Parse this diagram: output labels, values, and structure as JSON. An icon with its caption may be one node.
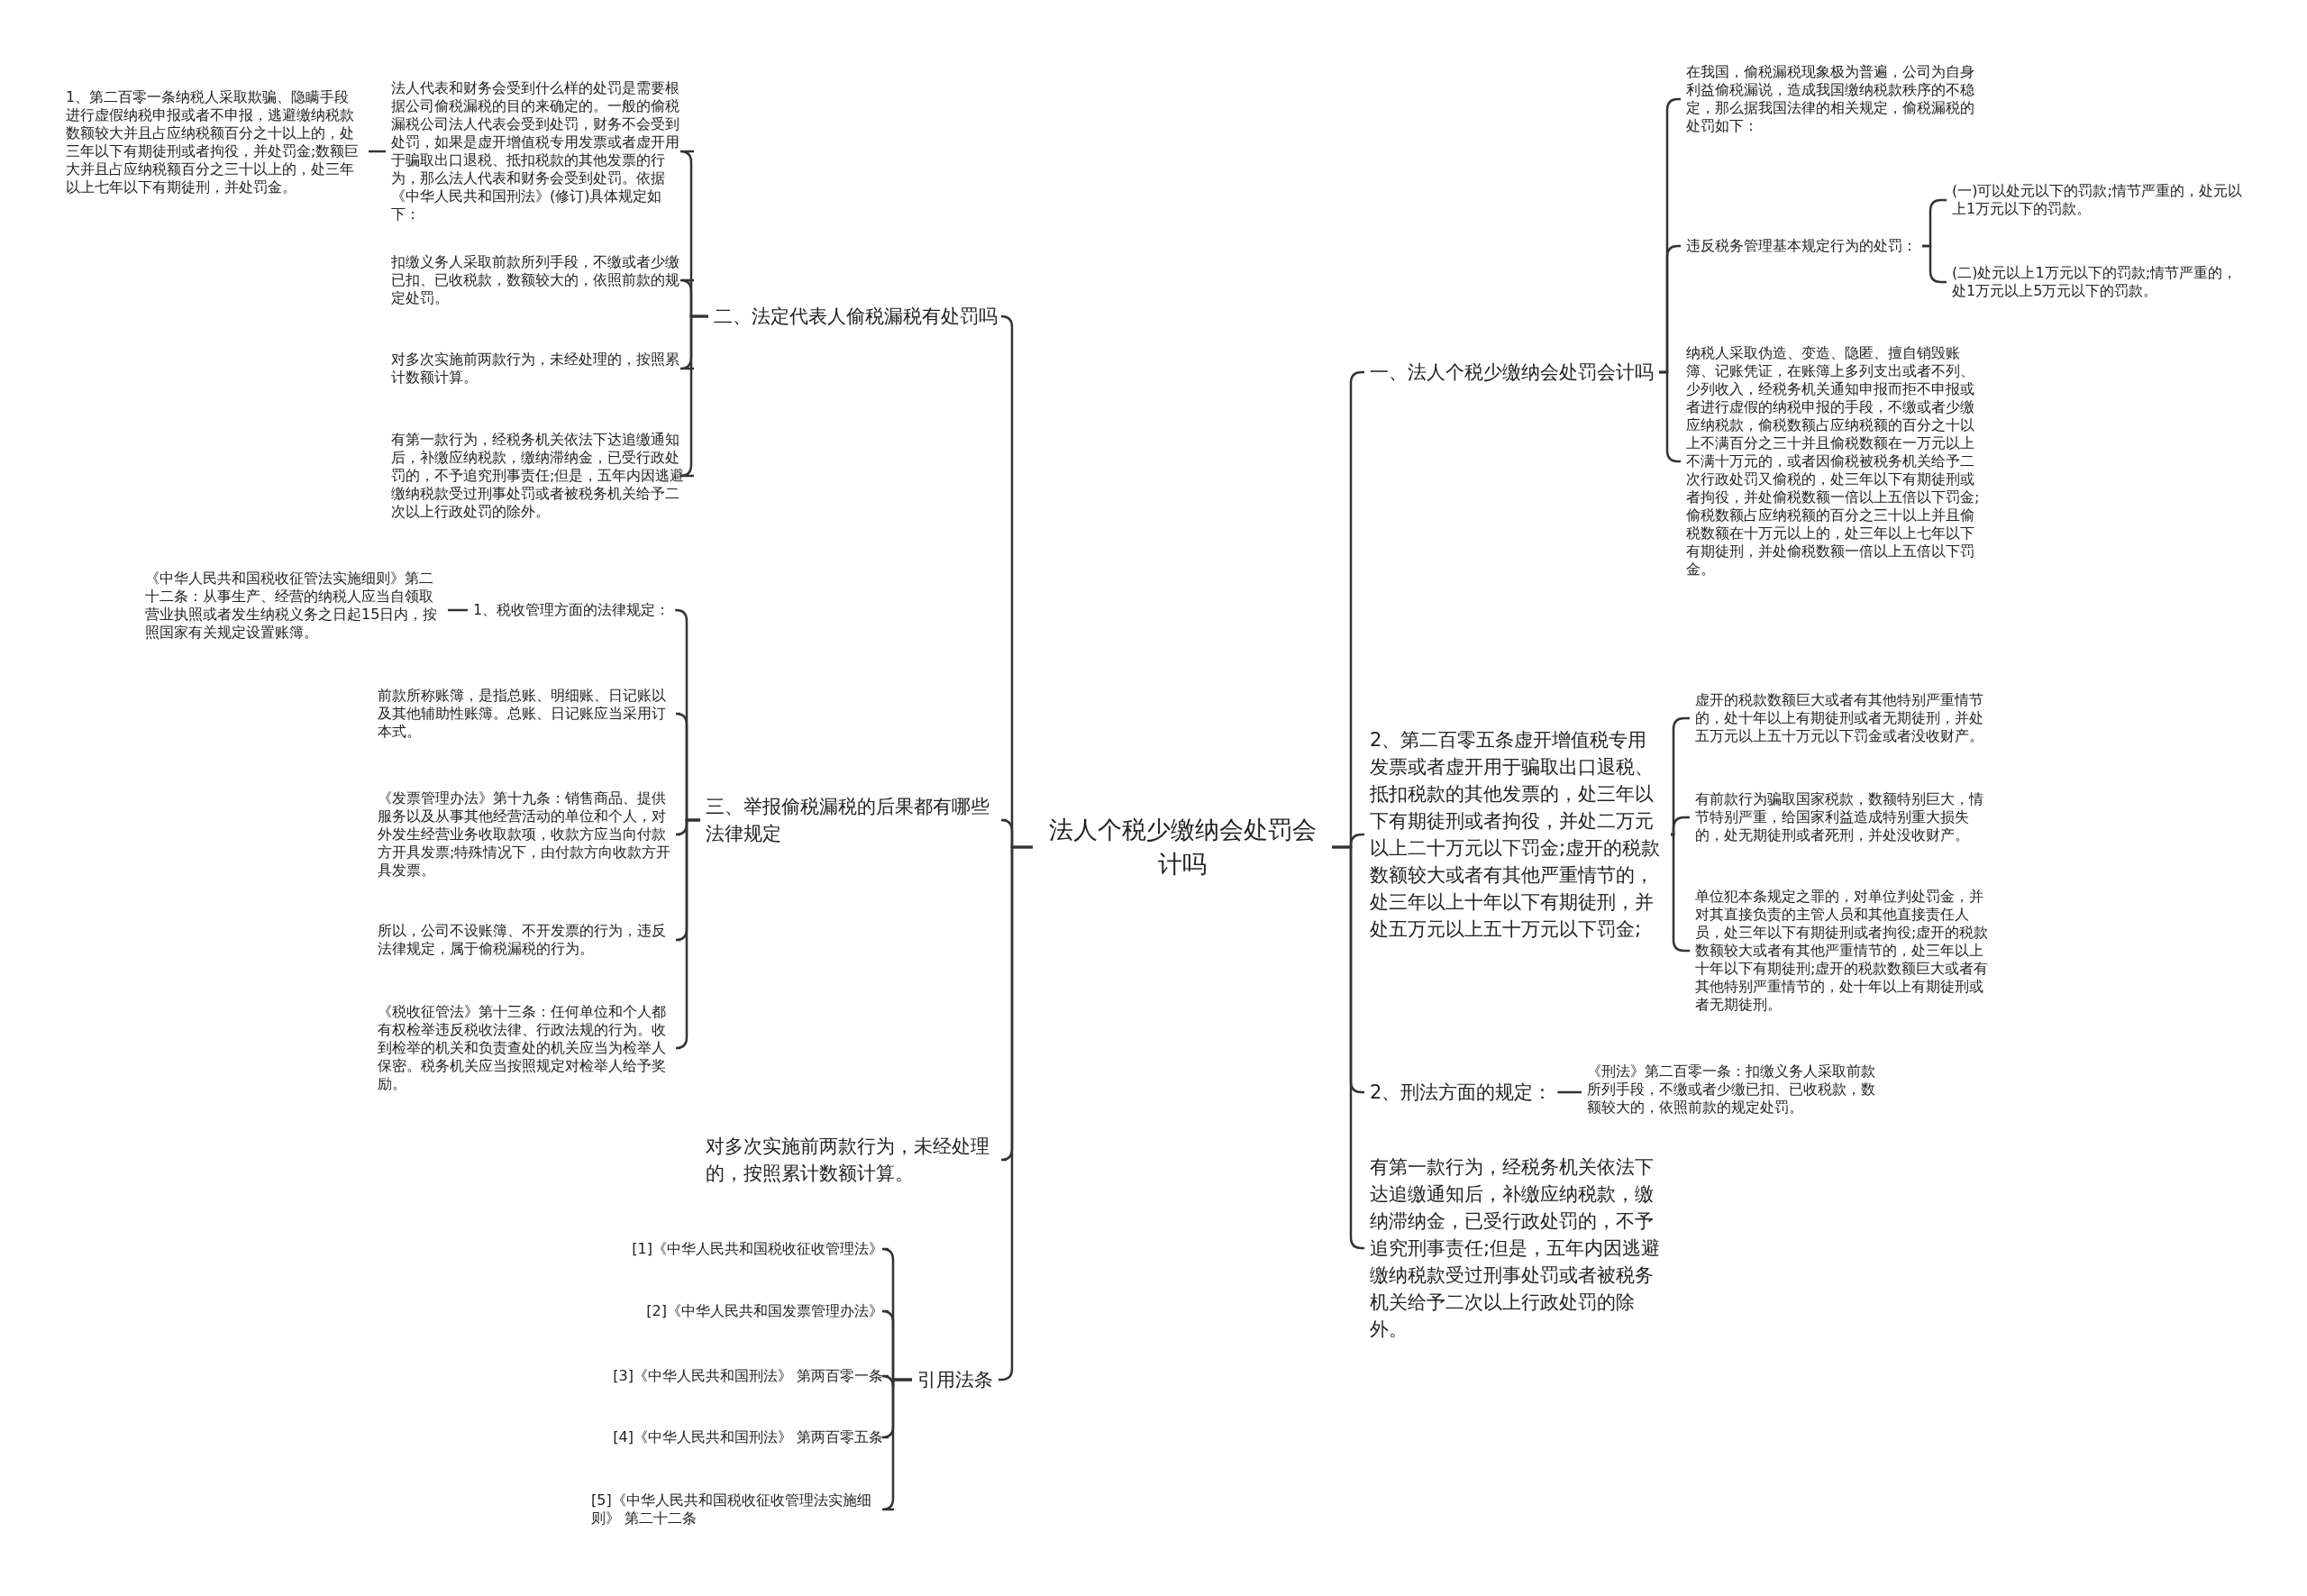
{
  "diagram": {
    "nodes": [
      {
        "text": [
          "法人个税少缴纳会处罚会计吗"
        ]
      },
      {
        "text": [
          "二、法定代表人偷税漏税有处罚吗"
        ]
      },
      {
        "text": [
          "法人代表和财务会受到什么样的处罚是需要根据公司偷税漏税的目的来确定的。一般的偷税漏税公司法人代表会受到处罚，财务不会受到处罚，如果是虚开增值税专用发票或者虚开用于骗取出口退税、抵扣税款的其他发票的行为，那么法人代表和财务会受到处罚。依据《中华人民共和国刑法》(修订)具体规定如下："
        ]
      },
      {
        "text": [
          "1、第二百零一条纳税人采取欺骗、隐瞒手段进行虚假纳税申报或者不申报，逃避缴纳税款数额较大并且占应纳税额百分之十以上的，处三年以下有期徒刑或者拘役，并处罚金;数额巨大并且占应纳税额百分之三十以上的，处三年以上七年以下有期徒刑，并处罚金。"
        ]
      },
      {
        "text": [
          "扣缴义务人采取前款所列手段，不缴或者少缴已扣、已收税款，数额较大的，依照前款的规定处罚。"
        ]
      },
      {
        "text": [
          "对多次实施前两款行为，未经处理的，按照累计数额计算。"
        ]
      },
      {
        "text": [
          "有第一款行为，经税务机关依法下达追缴通知后，补缴应纳税款，缴纳滞纳金，已受行政处罚的，不予追究刑事责任;但是，五年内因逃避缴纳税款受过刑事处罚或者被税务机关给予二次以上行政处罚的除外。"
        ]
      },
      {
        "text": [
          "三、举报偷税漏税的后果都有哪些法律规定"
        ]
      },
      {
        "text": [
          "1、税收管理方面的法律规定："
        ]
      },
      {
        "text": [
          "《中华人民共和国税收征管法实施细则》第二十二条：从事生产、经营的纳税人应当自领取营业执照或者发生纳税义务之日起15日内，按照国家有关规定设置账簿。"
        ]
      },
      {
        "text": [
          "前款所称账簿，是指总账、明细账、日记账以及其他辅助性账簿。总账、日记账应当采用订本式。"
        ]
      },
      {
        "text": [
          "《发票管理办法》第十九条：销售商品、提供服务以及从事其他经营活动的单位和个人，对外发生经营业务收取款项，收款方应当向付款方开具发票;特殊情况下，由付款方向收款方开具发票。"
        ]
      },
      {
        "text": [
          "所以，公司不设账簿、不开发票的行为，违反法律规定，属于偷税漏税的行为。"
        ]
      },
      {
        "text": [
          "《税收征管法》第十三条：任何单位和个人都有权检举违反税收法律、行政法规的行为。收到检举的机关和负责查处的机关应当为检举人保密。税务机关应当按照规定对检举人给予奖励。"
        ]
      },
      {
        "text": [
          "对多次实施前两款行为，未经处理的，按照累计数额计算。"
        ]
      },
      {
        "text": [
          "引用法条"
        ]
      },
      {
        "text": [
          "[1]《中华人民共和国税收征收管理法》"
        ]
      },
      {
        "text": [
          "[2]《中华人民共和国发票管理办法》"
        ]
      },
      {
        "text": [
          "[3]《中华人民共和国刑法》 第两百零一条"
        ]
      },
      {
        "text": [
          "[4]《中华人民共和国刑法》 第两百零五条"
        ]
      },
      {
        "text": [
          "[5]《中华人民共和国税收征收管理法实施细则》 第二十二条"
        ]
      },
      {
        "text": [
          "一、法人个税少缴纳会处罚会计吗"
        ]
      },
      {
        "text": [
          "在我国，偷税漏税现象极为普遍，公司为自身利益偷税漏说，造成我国缴纳税款秩序的不稳定，那么据我国法律的相关规定，偷税漏税的处罚如下："
        ]
      },
      {
        "text": [
          "违反税务管理基本规定行为的处罚："
        ]
      },
      {
        "text": [
          "(一)可以处元以下的罚款;情节严重的，处元以上1万元以下的罚款。"
        ]
      },
      {
        "text": [
          "(二)处元以上1万元以下的罚款;情节严重的，处1万元以上5万元以下的罚款。"
        ]
      },
      {
        "text": [
          "纳税人采取伪造、变造、隐匿、擅自销毁账簿、记账凭证，在账簿上多列支出或者不列、少列收入，经税务机关通知申报而拒不申报或者进行虚假的纳税申报的手段，不缴或者少缴应纳税款，偷税数额占应纳税额的百分之十以上不满百分之三十并且偷税数额在一万元以上不满十万元的，或者因偷税被税务机关给予二次行政处罚又偷税的，处三年以下有期徒刑或者拘役，并处偷税数额一倍以上五倍以下罚金;偷税数额占应纳税额的百分之三十以上并且偷税数额在十万元以上的，处三年以上七年以下有期徒刑，并处偷税数额一倍以上五倍以下罚金。"
        ]
      },
      {
        "text": [
          "2、第二百零五条虚开增值税专用发票或者虚开用于骗取出口退税、抵扣税款的其他发票的，处三年以下有期徒刑或者拘役，并处二万元以上二十万元以下罚金;虚开的税款数额较大或者有其他严重情节的，处三年以上十年以下有期徒刑，并处五万元以上五十万元以下罚金;"
        ]
      },
      {
        "text": [
          "虚开的税款数额巨大或者有其他特别严重情节的，处十年以上有期徒刑或者无期徒刑，并处五万元以上五十万元以下罚金或者没收财产。"
        ]
      },
      {
        "text": [
          "有前款行为骗取国家税款，数额特别巨大，情节特别严重，给国家利益造成特别重大损失的，处无期徒刑或者死刑，并处没收财产。"
        ]
      },
      {
        "text": [
          "单位犯本条规定之罪的，对单位判处罚金，并对其直接负责的主管人员和其他直接责任人员，处三年以下有期徒刑或者拘役;虚开的税款数额较大或者有其他严重情节的，处三年以上十年以下有期徒刑;虚开的税款数额巨大或者有其他特别严重情节的，处十年以上有期徒刑或者无期徒刑。"
        ]
      },
      {
        "text": [
          "2、刑法方面的规定："
        ]
      },
      {
        "text": [
          "《刑法》第二百零一条：扣缴义务人采取前款所列手段，不缴或者少缴已扣、已收税款，数额较大的，依照前款的规定处罚。"
        ]
      },
      {
        "text": [
          "有第一款行为，经税务机关依法下达追缴通知后，补缴应纳税款，缴纳滞纳金，已受行政处罚的，不予追究刑事责任;但是，五年内因逃避缴纳税款受过刑事处罚或者被税务机关给予二次以上行政处罚的除外。"
        ]
      }
    ],
    "edges": [
      {
        "from": 0,
        "to": 1,
        "arrow": "none"
      },
      {
        "from": 1,
        "to": 2,
        "arrow": "none"
      },
      {
        "from": 2,
        "to": 3,
        "arrow": "none"
      },
      {
        "from": 1,
        "to": 4,
        "arrow": "none"
      },
      {
        "from": 1,
        "to": 5,
        "arrow": "none"
      },
      {
        "from": 1,
        "to": 6,
        "arrow": "none"
      },
      {
        "from": 0,
        "to": 7,
        "arrow": "none"
      },
      {
        "from": 7,
        "to": 8,
        "arrow": "none"
      },
      {
        "from": 8,
        "to": 9,
        "arrow": "none"
      },
      {
        "from": 7,
        "to": 10,
        "arrow": "none"
      },
      {
        "from": 7,
        "to": 11,
        "arrow": "none"
      },
      {
        "from": 7,
        "to": 12,
        "arrow": "none"
      },
      {
        "from": 7,
        "to": 13,
        "arrow": "none"
      },
      {
        "from": 0,
        "to": 14,
        "arrow": "none"
      },
      {
        "from": 0,
        "to": 15,
        "arrow": "none"
      },
      {
        "from": 15,
        "to": 16,
        "arrow": "none"
      },
      {
        "from": 15,
        "to": 17,
        "arrow": "none"
      },
      {
        "from": 15,
        "to": 18,
        "arrow": "none"
      },
      {
        "from": 15,
        "to": 19,
        "arrow": "none"
      },
      {
        "from": 15,
        "to": 20,
        "arrow": "none"
      },
      {
        "from": 0,
        "to": 21,
        "arrow": "none"
      },
      {
        "from": 21,
        "to": 22,
        "arrow": "none"
      },
      {
        "from": 21,
        "to": 23,
        "arrow": "none"
      },
      {
        "from": 23,
        "to": 24,
        "arrow": "none"
      },
      {
        "from": 23,
        "to": 25,
        "arrow": "none"
      },
      {
        "from": 21,
        "to": 26,
        "arrow": "none"
      },
      {
        "from": 0,
        "to": 27,
        "arrow": "none"
      },
      {
        "from": 27,
        "to": 28,
        "arrow": "none"
      },
      {
        "from": 27,
        "to": 29,
        "arrow": "none"
      },
      {
        "from": 27,
        "to": 30,
        "arrow": "none"
      },
      {
        "from": 0,
        "to": 31,
        "arrow": "none"
      },
      {
        "from": 31,
        "to": 32,
        "arrow": "none"
      },
      {
        "from": 0,
        "to": 33,
        "arrow": "none"
      }
    ]
  }
}
